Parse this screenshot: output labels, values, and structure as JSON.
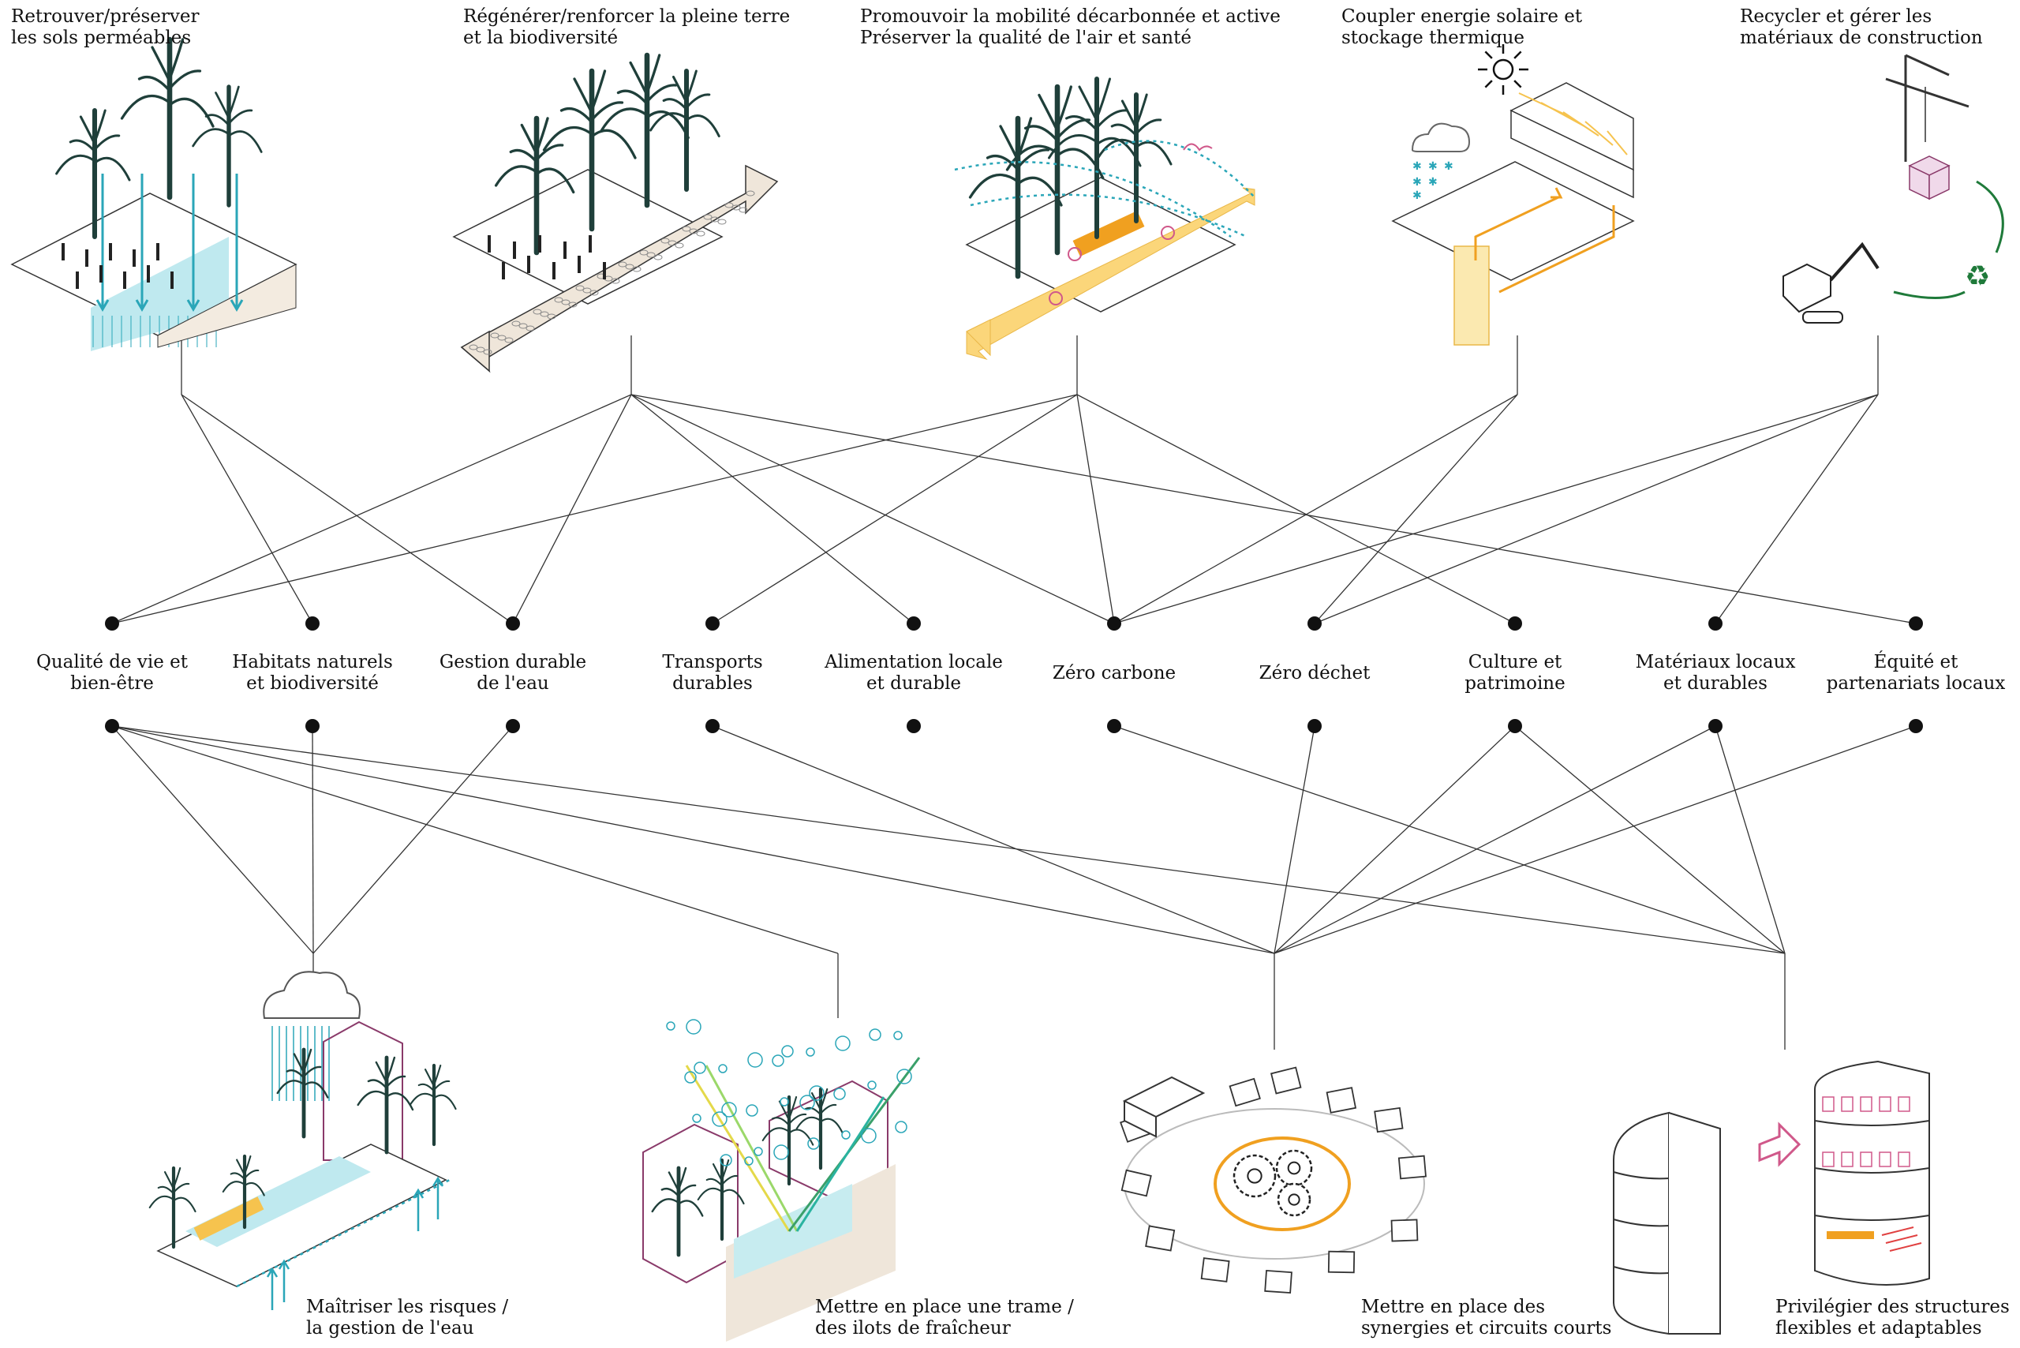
{
  "top_goals": [
    {
      "id": "t1",
      "lines": [
        "Retrouver/préserver",
        "les sols perméables"
      ]
    },
    {
      "id": "t2",
      "lines": [
        "Régénérer/renforcer la pleine terre",
        "et la biodiversité"
      ]
    },
    {
      "id": "t3",
      "lines": [
        "Promouvoir la mobilité décarbonnée et active",
        "Préserver la qualité de l'air et santé"
      ]
    },
    {
      "id": "t4",
      "lines": [
        "Coupler energie solaire et",
        "stockage thermique"
      ]
    },
    {
      "id": "t5",
      "lines": [
        "Recycler et gérer les",
        "matériaux de construction"
      ]
    }
  ],
  "themes": [
    {
      "id": "m1",
      "lines": [
        "Qualité de vie et",
        "bien-être"
      ]
    },
    {
      "id": "m2",
      "lines": [
        "Habitats naturels",
        "et biodiversité"
      ]
    },
    {
      "id": "m3",
      "lines": [
        "Gestion durable",
        "de l'eau"
      ]
    },
    {
      "id": "m4",
      "lines": [
        "Transports",
        "durables"
      ]
    },
    {
      "id": "m5",
      "lines": [
        "Alimentation locale",
        "et durable"
      ]
    },
    {
      "id": "m6",
      "lines": [
        "Zéro carbone"
      ]
    },
    {
      "id": "m7",
      "lines": [
        "Zéro déchet"
      ]
    },
    {
      "id": "m8",
      "lines": [
        "Culture et",
        "patrimoine"
      ]
    },
    {
      "id": "m9",
      "lines": [
        "Matériaux locaux",
        "et durables"
      ]
    },
    {
      "id": "m10",
      "lines": [
        "Équité et",
        "partenariats locaux"
      ]
    }
  ],
  "bottom_goals": [
    {
      "id": "b1",
      "lines": [
        "Maîtriser les risques /",
        "la gestion de l'eau"
      ]
    },
    {
      "id": "b2",
      "lines": [
        "Mettre en place une trame /",
        "des ilots de fraîcheur"
      ]
    },
    {
      "id": "b3",
      "lines": [
        "Mettre en place des",
        "synergies et circuits courts"
      ]
    },
    {
      "id": "b4",
      "lines": [
        "Privilégier des structures",
        "flexibles et adaptables"
      ]
    }
  ],
  "top_links": {
    "t1": [
      "m2",
      "m3"
    ],
    "t2": [
      "m1",
      "m3",
      "m5",
      "m6",
      "m10"
    ],
    "t3": [
      "m1",
      "m4",
      "m6",
      "m8"
    ],
    "t4": [
      "m6",
      "m7"
    ],
    "t5": [
      "m6",
      "m7",
      "m9"
    ]
  },
  "bottom_links": {
    "b1": [
      "m1",
      "m2",
      "m3"
    ],
    "b2": [
      "m1"
    ],
    "b3": [
      "m1",
      "m4",
      "m7",
      "m8",
      "m9",
      "m10"
    ],
    "b4": [
      "m1",
      "m6",
      "m8",
      "m9"
    ]
  },
  "icons": [
    "permeable-soil-icon",
    "biodiversity-corridor-icon",
    "active-mobility-icon",
    "solar-storage-icon",
    "construction-recycling-icon",
    "rain-cloud-flood-icon",
    "cooling-island-icon",
    "synergy-gears-icon",
    "modular-building-icon"
  ],
  "colors": {
    "ink": "#111111",
    "tree": "#1f3f3a",
    "water": "#2aa6b8",
    "yellow": "#f6c34e",
    "orange": "#f0a020",
    "pink": "#d0588a",
    "purple": "#8a3a6a",
    "green": "#1f7a3a"
  }
}
